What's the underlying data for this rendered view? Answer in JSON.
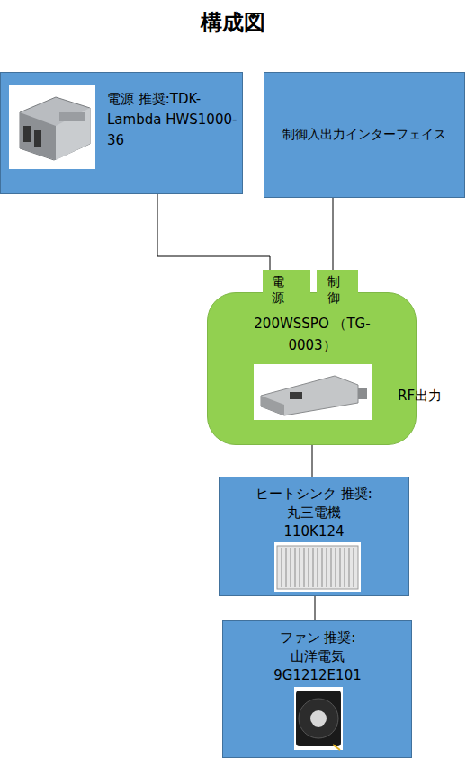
{
  "diagram": {
    "title": "構成図",
    "nodes": [
      {
        "text": [
          "電源 推奨:TDK-Lambda HWS1000-36"
        ]
      },
      {
        "text": [
          "制御入出力インターフェイス"
        ]
      },
      {
        "text": [
          "電源"
        ]
      },
      {
        "text": [
          "制御"
        ]
      },
      {
        "text": [
          "200WSSPO （TG-0003）"
        ]
      },
      {
        "text": [
          "ヒートシンク 推奨:丸三電機 110K124"
        ]
      },
      {
        "text": [
          "ファン 推奨:山洋電気 9G1212E101"
        ]
      }
    ],
    "edges": [
      {
        "from": 0,
        "to": 2,
        "arrow": "none"
      },
      {
        "from": 1,
        "to": 3,
        "arrow": "none"
      },
      {
        "from": 4,
        "to": 5,
        "arrow": "none"
      },
      {
        "from": 5,
        "to": 6,
        "arrow": "none"
      }
    ],
    "labels": [
      "RF出力"
    ]
  }
}
